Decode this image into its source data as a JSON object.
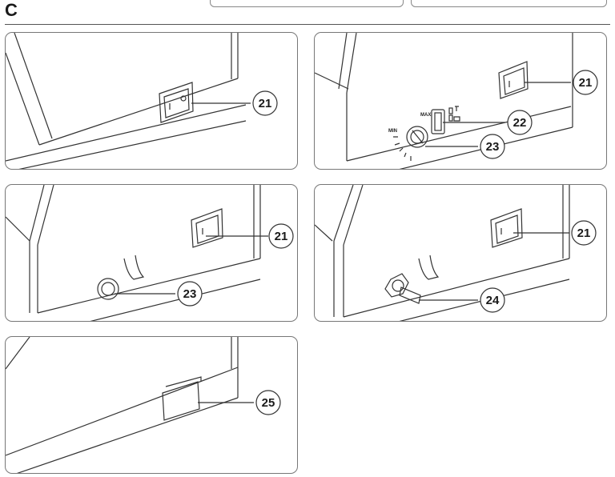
{
  "section_letter": "C",
  "panels": [
    {
      "id": "p1",
      "callouts": [
        "21"
      ]
    },
    {
      "id": "p2",
      "callouts": [
        "21",
        "22",
        "23"
      ],
      "dial_labels": [
        "MAX",
        "MIN"
      ]
    },
    {
      "id": "p3",
      "callouts": [
        "21",
        "23"
      ]
    },
    {
      "id": "p4",
      "callouts": [
        "21",
        "24"
      ]
    },
    {
      "id": "p5",
      "callouts": [
        "25"
      ]
    }
  ]
}
